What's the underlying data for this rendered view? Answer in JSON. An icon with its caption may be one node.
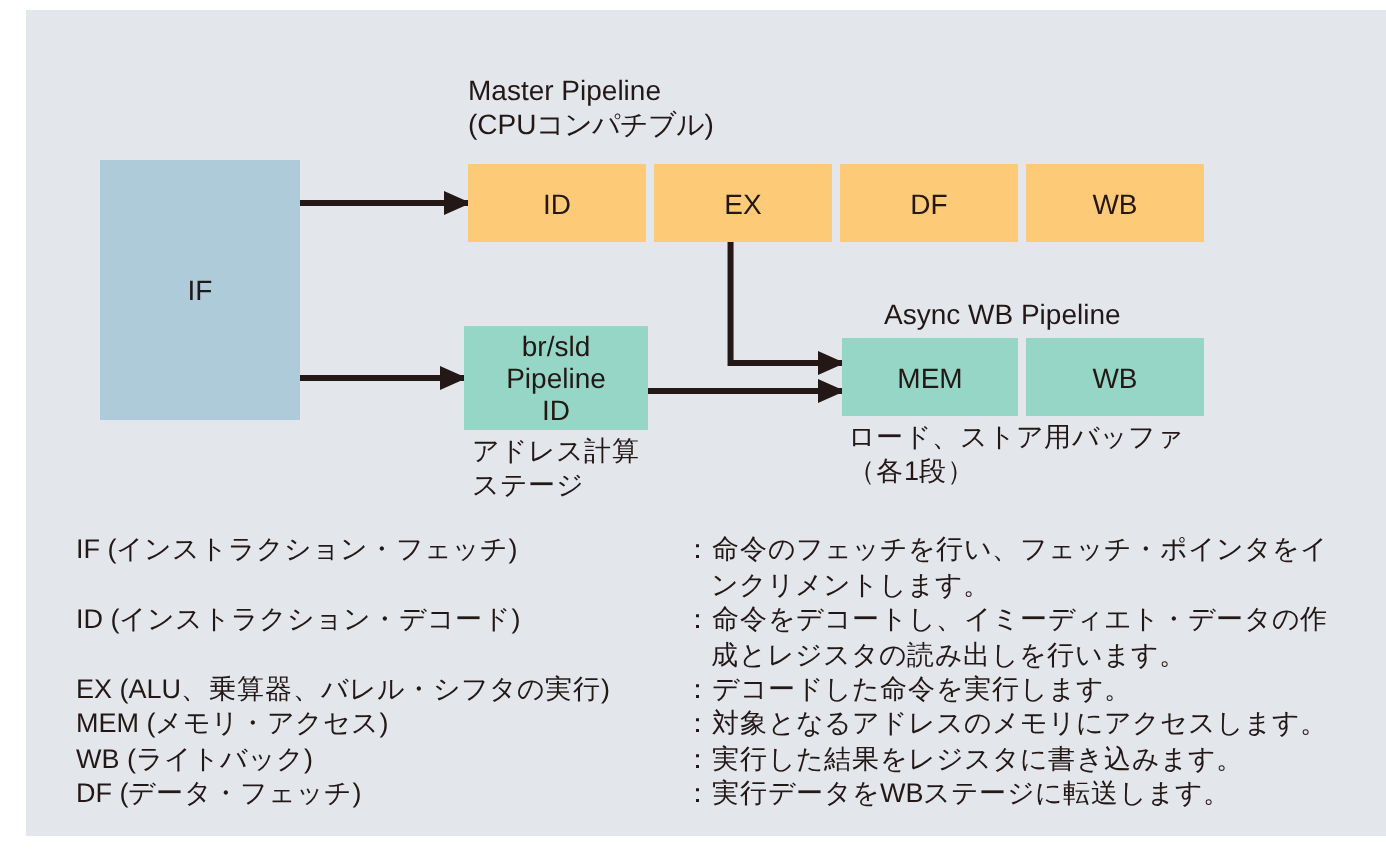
{
  "diagram": {
    "nodes": [
      {
        "text": [
          "IF"
        ]
      },
      {
        "text": [
          "ID"
        ]
      },
      {
        "text": [
          "EX"
        ]
      },
      {
        "text": [
          "DF"
        ]
      },
      {
        "text": [
          "WB"
        ]
      },
      {
        "text": [
          "br/sld Pipeline ID"
        ],
        "beside": [
          "アドレス計算ステージ"
        ]
      },
      {
        "text": [
          "MEM"
        ]
      },
      {
        "text": [
          "WB"
        ]
      }
    ],
    "edges": [
      {
        "from": 0,
        "to": 1,
        "arrow": "to"
      },
      {
        "from": 0,
        "to": 5,
        "arrow": "to"
      },
      {
        "from": 2,
        "to": 6,
        "arrow": "to"
      },
      {
        "from": 5,
        "to": 6,
        "arrow": "to"
      }
    ],
    "labels": [
      "Master Pipeline",
      "(CPUコンパチブル)",
      "Async WB Pipeline",
      "ロード、ストア用バッファ（各1段）",
      "IF (インストラクション・フェッチ)",
      "：命令のフェッチを行い、フェッチ・ポインタをインクリメントします。",
      "ID (インストラクション・デコード)",
      "：命令をデコートし、イミーディエト・データの作成とレジスタの読み出しを行います。",
      "EX (ALU、乗算器、バレル・シフタの実行)",
      "：デコードした命令を実行します。",
      "MEM (メモリ・アクセス)",
      "：対象となるアドレスのメモリにアクセスします。",
      "WB (ライトバック)",
      "：実行した結果をレジスタに書き込みます。",
      "DF (データ・フェッチ)",
      "：実行データをWBステージに転送します。"
    ]
  }
}
